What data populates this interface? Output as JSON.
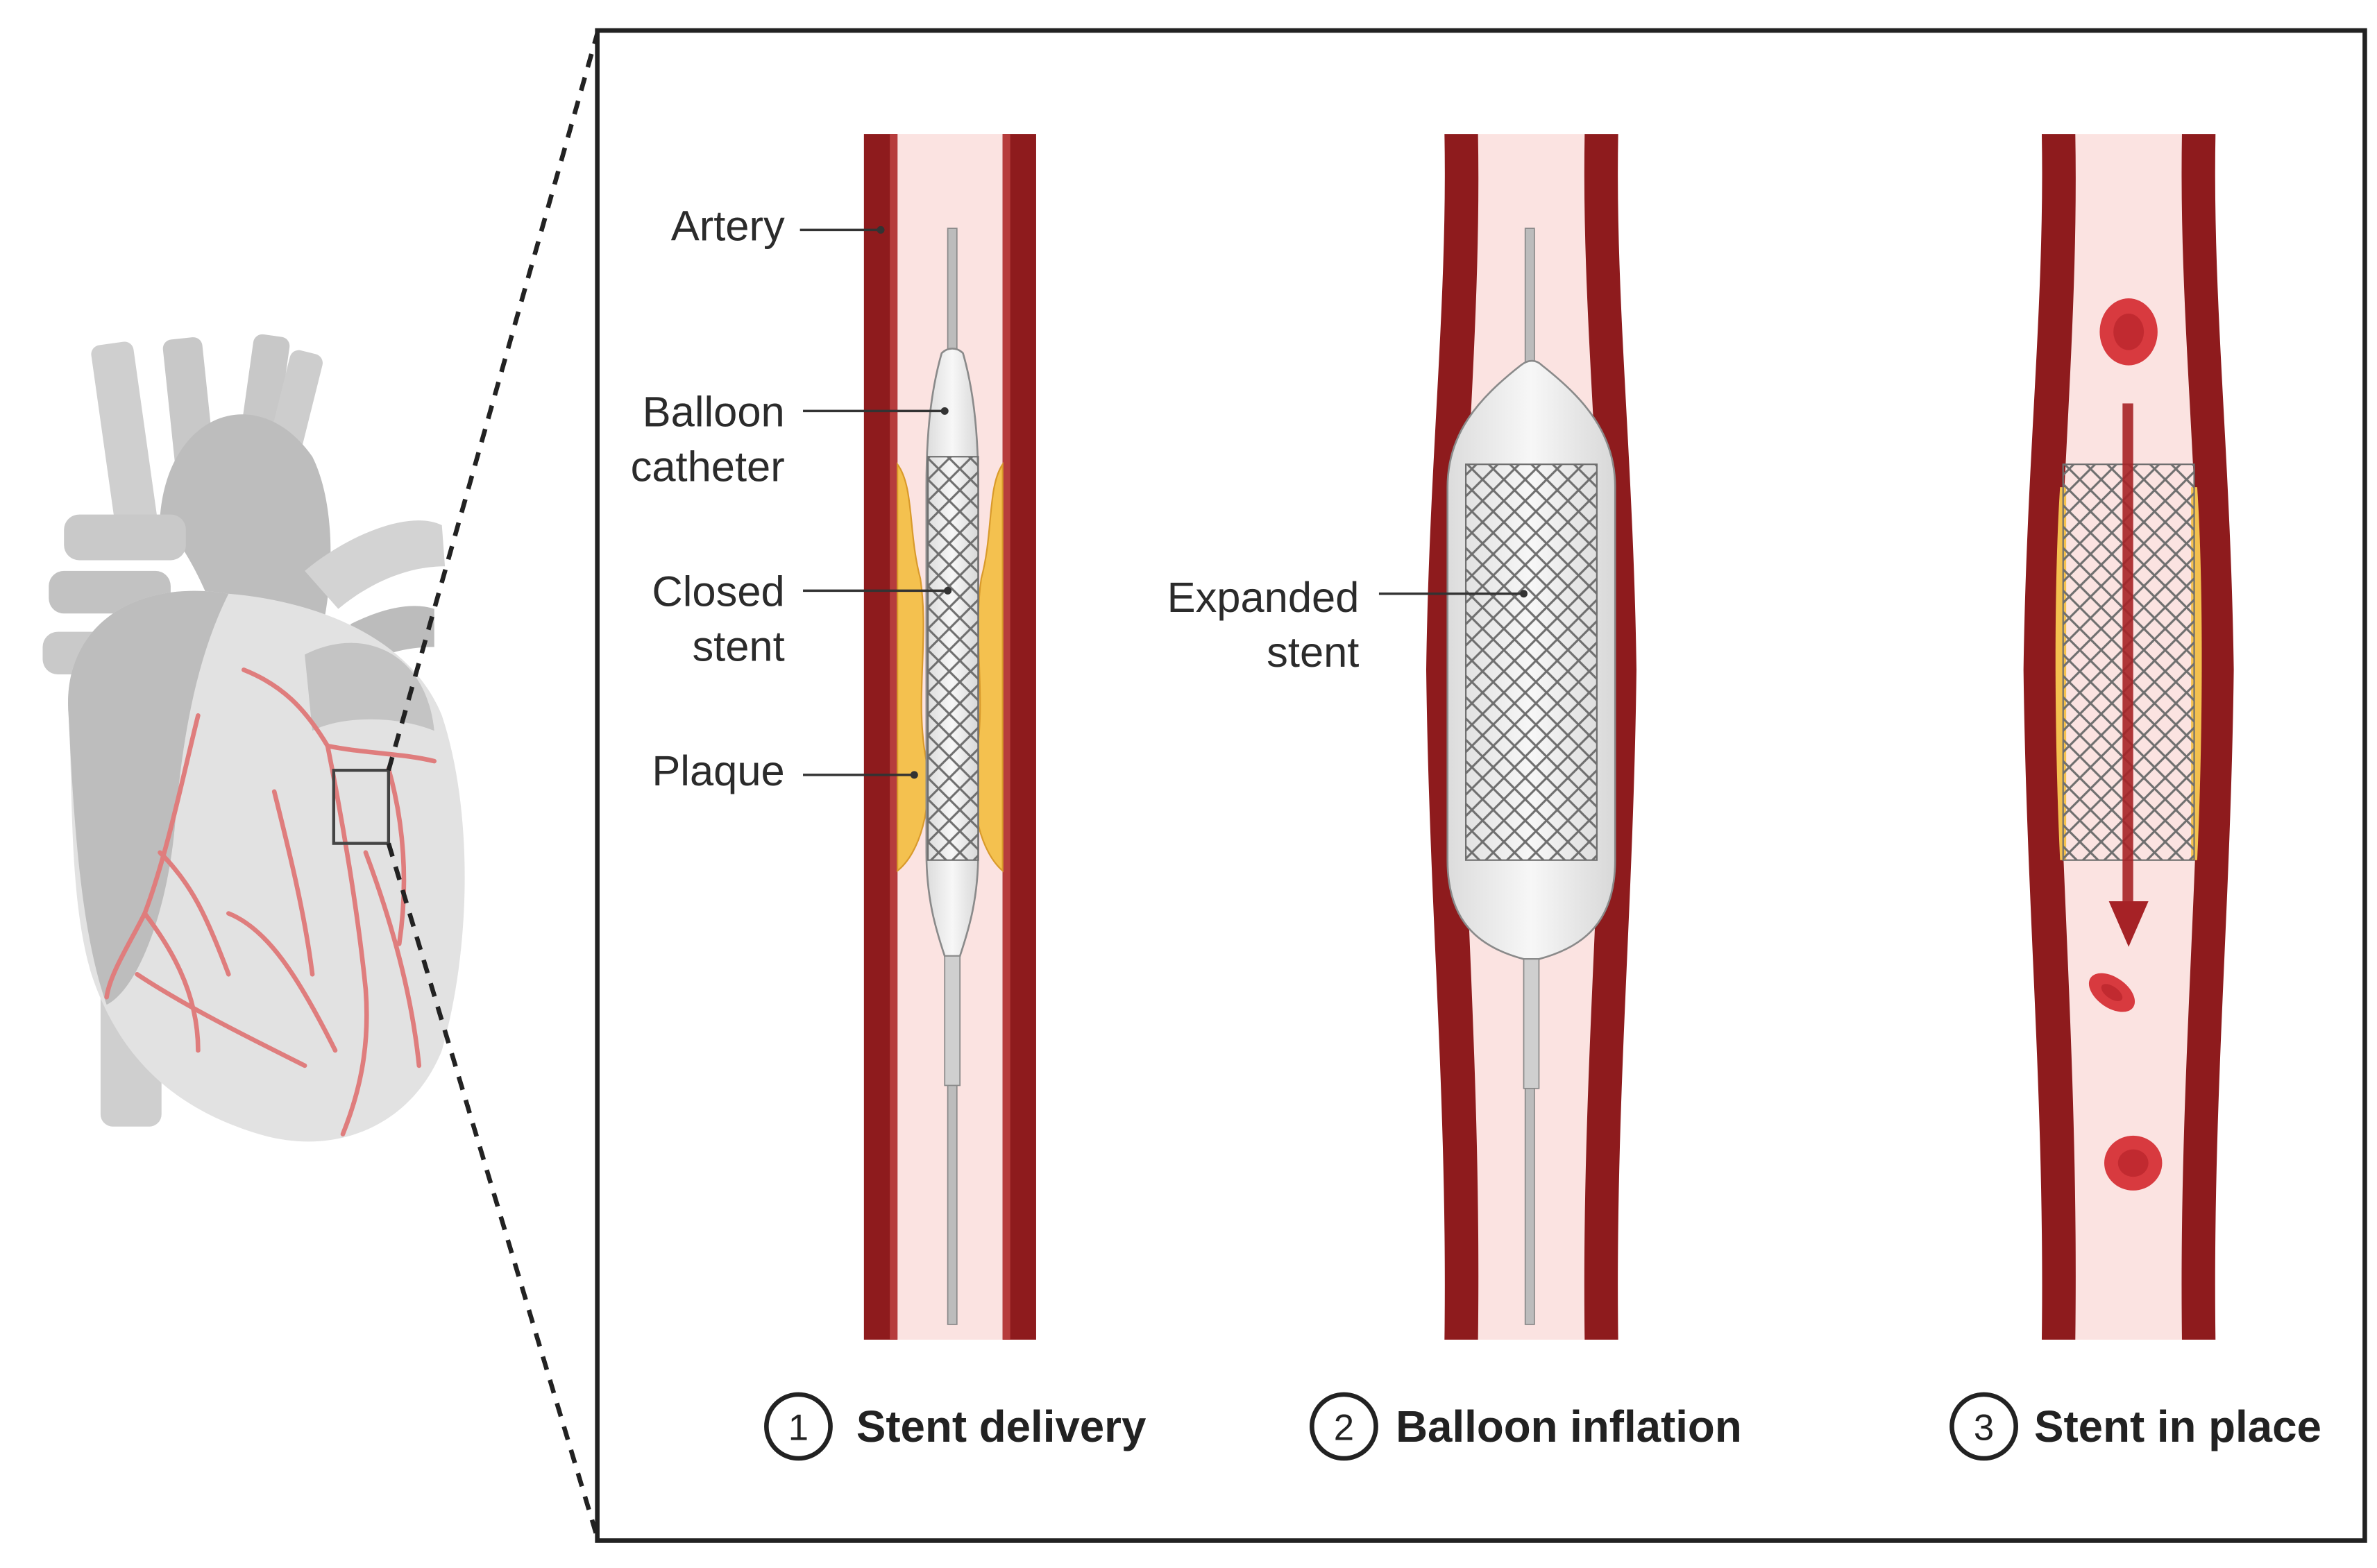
{
  "labels": {
    "artery": "Artery",
    "balloon_line1": "Balloon",
    "balloon_line2": "catheter",
    "closed_line1": "Closed",
    "closed_line2": "stent",
    "plaque": "Plaque",
    "expanded_line1": "Expanded",
    "expanded_line2": "stent"
  },
  "steps": [
    {
      "number": "1",
      "label": "Stent delivery"
    },
    {
      "number": "2",
      "label": "Balloon inflation"
    },
    {
      "number": "3",
      "label": "Stent in place"
    }
  ],
  "colors": {
    "artery_wall": "#8e1b1d",
    "lumen": "#fbe3e1",
    "plaque": "#f4c14f",
    "blood_cell": "#d83a3f",
    "heart": "#d6d6d6",
    "coronary": "#e07a7a",
    "stent_mesh": "#7a7a7a",
    "frame": "#222222"
  },
  "icons": [
    "heart-illustration",
    "coronary-artery",
    "magnify-box",
    "stent-mesh",
    "blood-cell",
    "flow-arrow"
  ]
}
